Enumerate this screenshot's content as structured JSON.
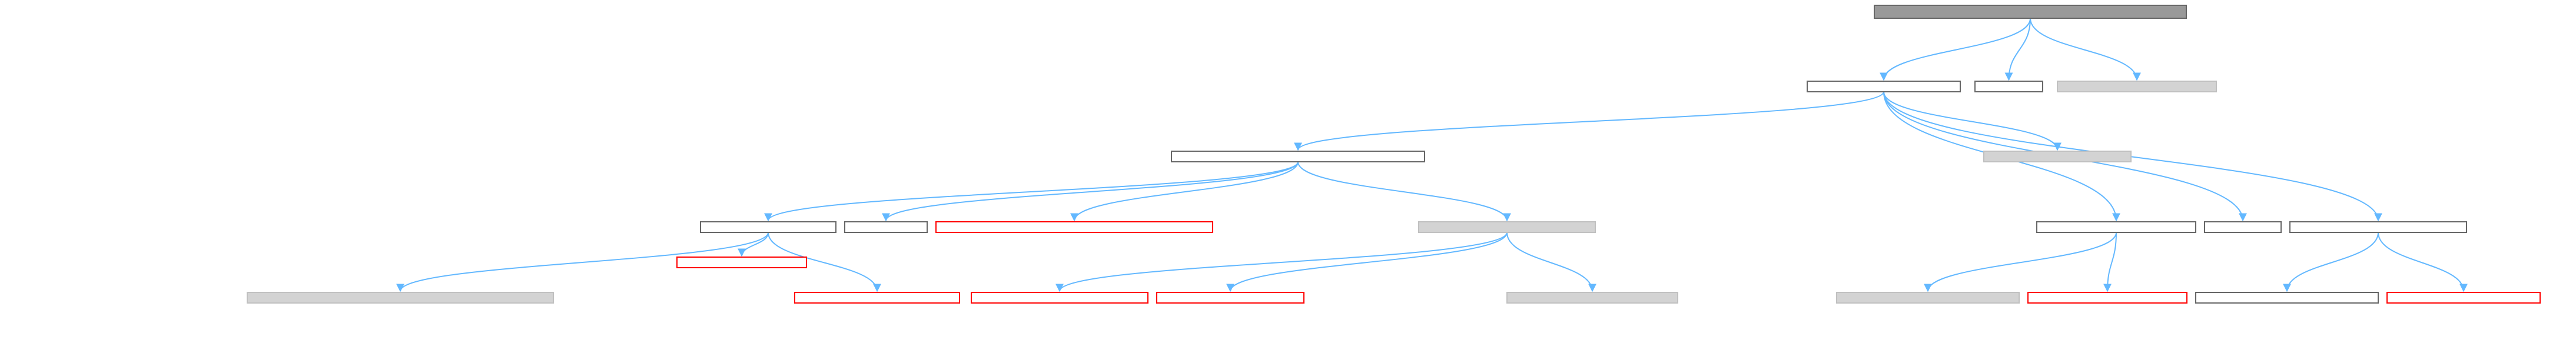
{
  "colors": {
    "edge": "#63b8ff",
    "normal_border": "#666666",
    "normal_fill": "#ffffff",
    "highlight_border": "#ff0000",
    "dim_fill": "#d3d3d3",
    "dim_border": "#c0c0c0",
    "root_fill": "#999999",
    "root_border": "#666666"
  },
  "nodes": [
    {
      "id": "n0",
      "style": "root",
      "text": ""
    },
    {
      "id": "n1",
      "style": "normal",
      "text": ""
    },
    {
      "id": "n2",
      "style": "normal",
      "text": ""
    },
    {
      "id": "n3",
      "style": "dim",
      "text": ""
    },
    {
      "id": "n4",
      "style": "normal",
      "text": ""
    },
    {
      "id": "n5",
      "style": "dim",
      "text": ""
    },
    {
      "id": "n6",
      "style": "normal",
      "text": ""
    },
    {
      "id": "n7",
      "style": "normal",
      "text": ""
    },
    {
      "id": "n8",
      "style": "highlight",
      "text": ""
    },
    {
      "id": "n9",
      "style": "dim",
      "text": ""
    },
    {
      "id": "n10",
      "style": "normal",
      "text": ""
    },
    {
      "id": "n11",
      "style": "normal",
      "text": ""
    },
    {
      "id": "n12",
      "style": "normal",
      "text": ""
    },
    {
      "id": "n13",
      "style": "highlight",
      "text": ""
    },
    {
      "id": "n14",
      "style": "dim",
      "text": ""
    },
    {
      "id": "n15",
      "style": "highlight",
      "text": ""
    },
    {
      "id": "n16",
      "style": "highlight",
      "text": ""
    },
    {
      "id": "n17",
      "style": "highlight",
      "text": ""
    },
    {
      "id": "n18",
      "style": "dim",
      "text": ""
    },
    {
      "id": "n19",
      "style": "dim",
      "text": ""
    },
    {
      "id": "n20",
      "style": "highlight",
      "text": ""
    },
    {
      "id": "n21",
      "style": "normal",
      "text": ""
    },
    {
      "id": "n22",
      "style": "highlight",
      "text": ""
    },
    {
      "id": "n23",
      "style": "dim",
      "text": ""
    },
    {
      "id": "n24",
      "style": "highlight",
      "text": ""
    },
    {
      "id": "n25",
      "style": "highlight",
      "text": ""
    },
    {
      "id": "n26",
      "style": "highlight",
      "text": ""
    },
    {
      "id": "n27",
      "style": "dim",
      "text": ""
    },
    {
      "id": "n28",
      "style": "highlight",
      "text": ""
    },
    {
      "id": "n29",
      "style": "highlight",
      "text": ""
    },
    {
      "id": "n30",
      "style": "highlight",
      "text": ""
    },
    {
      "id": "n31",
      "style": "highlight",
      "text": ""
    },
    {
      "id": "n32",
      "style": "highlight",
      "text": ""
    },
    {
      "id": "n33",
      "style": "highlight",
      "text": ""
    },
    {
      "id": "n34",
      "style": "highlight",
      "text": ""
    },
    {
      "id": "n35",
      "style": "normal",
      "text": ""
    },
    {
      "id": "n36",
      "style": "highlight",
      "text": ""
    },
    {
      "id": "n37",
      "style": "highlight",
      "text": ""
    },
    {
      "id": "n38",
      "style": "highlight",
      "text": ""
    },
    {
      "id": "n39",
      "style": "highlight",
      "text": ""
    },
    {
      "id": "n40",
      "style": "highlight",
      "text": ""
    },
    {
      "id": "n41",
      "style": "highlight",
      "text": ""
    },
    {
      "id": "n42",
      "style": "highlight",
      "text": ""
    },
    {
      "id": "n43",
      "style": "highlight",
      "text": ""
    },
    {
      "id": "n44",
      "style": "highlight",
      "text": ""
    },
    {
      "id": "n45",
      "style": "highlight",
      "text": ""
    },
    {
      "id": "n46",
      "style": "highlight",
      "text": ""
    },
    {
      "id": "n47",
      "style": "highlight",
      "text": ""
    },
    {
      "id": "n48",
      "style": "highlight",
      "text": ""
    },
    {
      "id": "n49",
      "style": "normal",
      "text": ""
    },
    {
      "id": "n50",
      "style": "normal",
      "text": ""
    },
    {
      "id": "n51",
      "style": "normal",
      "text": ""
    },
    {
      "id": "n52",
      "style": "normal",
      "text": ""
    },
    {
      "id": "n53",
      "style": "dim",
      "text": ""
    },
    {
      "id": "n54",
      "style": "normal",
      "text": ""
    }
  ]
}
